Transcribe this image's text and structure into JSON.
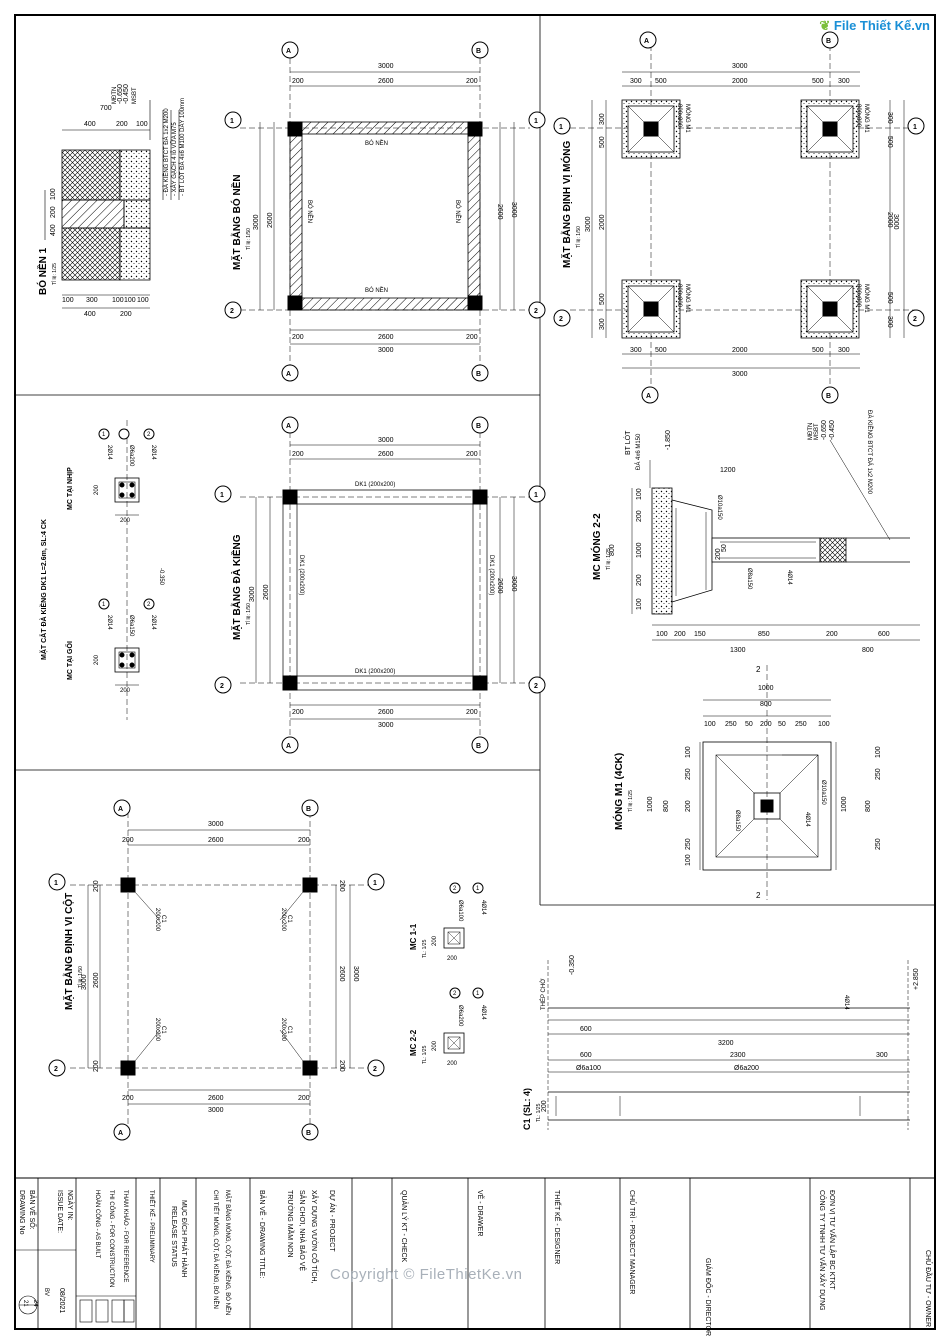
{
  "watermark": {
    "logo": "File Thiết Kế",
    "logo_domain": ".vn",
    "copyright": "Copyright © FileThietKe.vn"
  },
  "dims": {
    "d3000": "3000",
    "d2600": "2600",
    "d2000": "2000",
    "d1300": "1300",
    "d1200": "1200",
    "d1000": "1000",
    "d850": "850",
    "d800": "800",
    "d700": "700",
    "d600": "600",
    "d500": "500",
    "d400": "400",
    "d300": "300",
    "d250": "250",
    "d200": "200",
    "d150": "150",
    "d100": "100",
    "d50": "50",
    "d2300": "2300",
    "d3200": "3200"
  },
  "axes": {
    "A": "A",
    "B": "B",
    "one": "1",
    "two": "2"
  },
  "levels": {
    "m0450": "-0.450",
    "m0650": "-0.650",
    "m0350": "-0.350",
    "m1850": "-1.850",
    "p2850": "+2.850",
    "ntn": "MĐTN",
    "nsb": "MSBT"
  },
  "bo_nen": {
    "title": "MẶT BẰNG BÓ NỀN",
    "scale": "Tỉ lệ: 1/50",
    "label": "BÓ NỀN",
    "detail_title": "BÓ NỀN 1",
    "detail_scale": "Tỉ lệ: 1/25",
    "notes": [
      "- ĐÀ KIỀNG BTCT ĐÁ 1x2 M200",
      "- XÂY GẠCH 4 lỗ VỮA M75",
      "- BT LÓT ĐÁ 4x6 M100 DÀY 100mm"
    ]
  },
  "dinh_vi_mong": {
    "title": "MẶT BẰNG ĐỊNH VỊ MÓNG",
    "scale": "Tỉ lệ: 1/50",
    "footing": "MÓNG M1",
    "size": "800x800"
  },
  "da_kieng": {
    "title": "MẶT BẰNG ĐÀ KIỀNG",
    "scale": "Tỉ lệ: 1/50",
    "beam": "DK1 (200x200)",
    "section_title": "MẶT CẮT ĐÀ KIỀNG DK1 L=2.6m, SL:4 CK",
    "mc_nhip": "MC TẠI NHỊP",
    "mc_goi": "MC TẠI GỐI",
    "bar1": "2Ø14",
    "bar2": "2Ø14",
    "bar3": "Ø6a200",
    "bar3b": "Ø6a150"
  },
  "mong_22": {
    "title": "MC MÓNG 2-2",
    "scale": "Tỉ lệ: 1/25",
    "bt_lot": "BT LÓT",
    "bt_lot2": "ĐÁ 4x6 M150",
    "beam_note": "ĐÀ KIỀNG BTCT ĐÁ 1x2 M200",
    "bar_a": "Ø10a150",
    "bar_b": "Ø8a150",
    "bar_c": "4Ø14"
  },
  "mong_m1": {
    "title": "MÓNG M1 (4CK)",
    "scale": "Tỉ lệ: 1/25",
    "bar_a": "Ø10a150",
    "bar_b": "Ø8a150",
    "bar_c": "4Ø14",
    "cut": "2"
  },
  "dinh_vi_cot": {
    "title": "MẶT BẰNG ĐỊNH VỊ CỘT",
    "scale": "Tỉ lệ: 1/50",
    "col": "C1",
    "col_size": "200x200"
  },
  "mc11": {
    "title": "MC 1-1",
    "scale": "TL: 1/25",
    "bar_a": "4Ø14",
    "bar_b": "Ø6a100"
  },
  "mc22": {
    "title": "MC 2-2",
    "scale": "TL: 1/25",
    "bar_a": "4Ø14",
    "bar_b": "Ø6a200"
  },
  "c1": {
    "title": "C1 (SL: 4)",
    "scale": "TL: 1/25",
    "thep_cho": "THÉP CHỜ",
    "bar": "4Ø14",
    "stir_a": "Ø6a100",
    "stir_b": "Ø6a200"
  },
  "title_block": {
    "chu_dau_tu": "CHỦ ĐẦU TƯ - OWNER",
    "don_vi": "ĐƠN VỊ TƯ VẤN LẬP BC KTKT",
    "cong_ty": "CÔNG TY TNHH TƯ VẤN XÂY DỰNG",
    "giam_doc": "GIÁM ĐỐC - DIRECTOR",
    "chu_tri": "CHỦ TRÌ - PROJECT MANAGER",
    "thiet_ke": "THIẾT KẾ - DESIGNER",
    "ve": "VẼ - DRAWER",
    "quan_ly": "QUẢN LÝ KT - CHECK",
    "du_an": "DỰ ÁN - PROJECT",
    "project_1": "XÂY DỰNG VƯỜN CỔ TÍCH,",
    "project_2": "SÂN CHƠI, NHÀ BẢO VỆ",
    "project_3": "TRƯỜNG MẦM NON",
    "drawing_title_label": "BẢN VẼ - DRAWING TITLE:",
    "drawing_title_1": "MẶT BẰNG MÓNG, CỘT, ĐÀ KIỀNG, BÓ NỀN",
    "drawing_title_2": "CHI TIẾT MÓNG, CỘT, ĐÀ KIỀNG, BÓ NỀN",
    "release_1": "MỤC ĐÍCH PHÁT HÀNH",
    "release_2": "RELEASE STATUS",
    "status_1": "THIẾT KẾ - PRELIMINARY",
    "status_2": "THAM KHẢO - FOR REFERENCE",
    "status_3": "THI CÔNG - FOR CONSTRUCTION",
    "status_4": "HOÀN CÔNG - AS BUILT",
    "ngay": "NGÀY IN:",
    "issue": "ISSUE DATE:",
    "date": "08/2021",
    "ban_ve_so": "BẢN VẼ SỐ:",
    "drawing_no": "DRAWING No",
    "sheet_code": "BV",
    "sheet_num": "24",
    "sheet_total": "21"
  }
}
